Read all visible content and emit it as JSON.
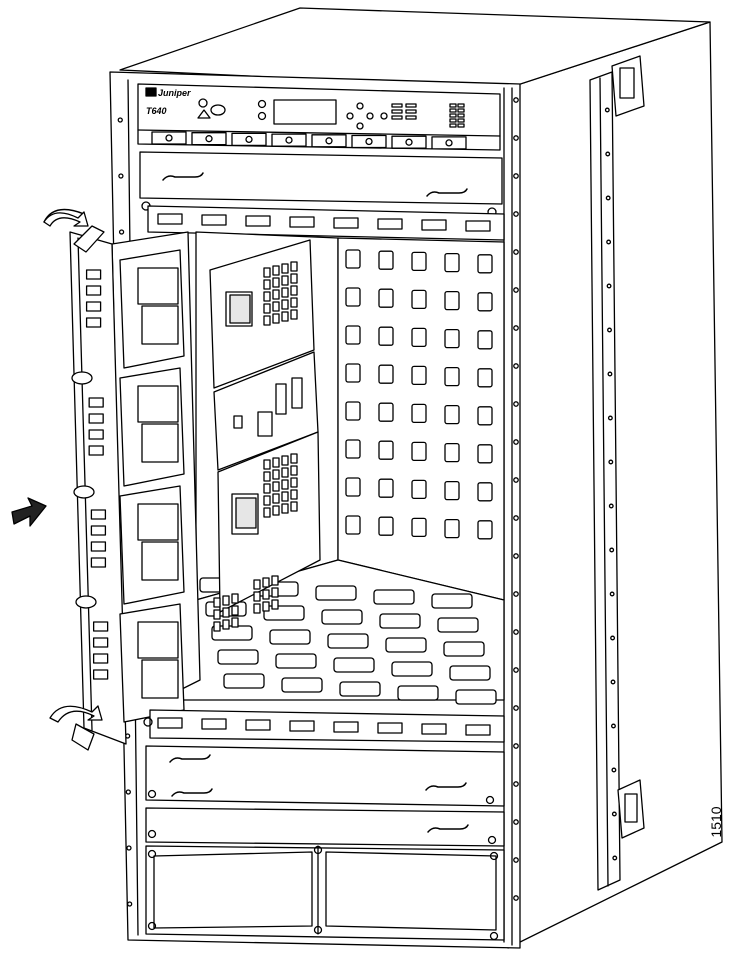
{
  "figure": {
    "number": "1510",
    "brand": "Juniper",
    "model": "T640"
  },
  "colors": {
    "line": "#000000",
    "paper": "#ffffff",
    "shade": "#e6e6e6",
    "dark": "#222222"
  },
  "icons": [
    "rotate-arrow-icon",
    "insert-arrow-icon"
  ]
}
